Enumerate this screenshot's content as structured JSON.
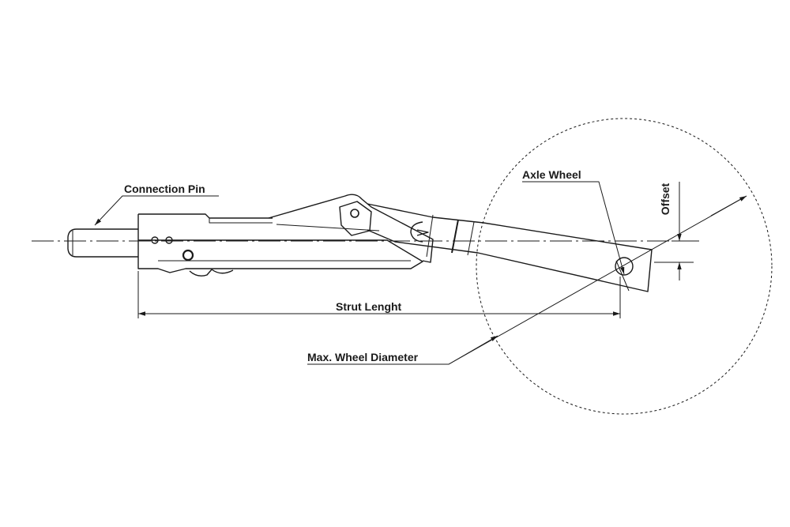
{
  "diagram": {
    "labels": {
      "connection_pin": "Connection Pin",
      "axle_wheel": "Axle Wheel",
      "offset": "Offset",
      "strut_length": "Strut Lenght",
      "max_wheel_diameter": "Max. Wheel Diameter"
    },
    "line_color": "#1a1a1a",
    "background": "#ffffff"
  }
}
